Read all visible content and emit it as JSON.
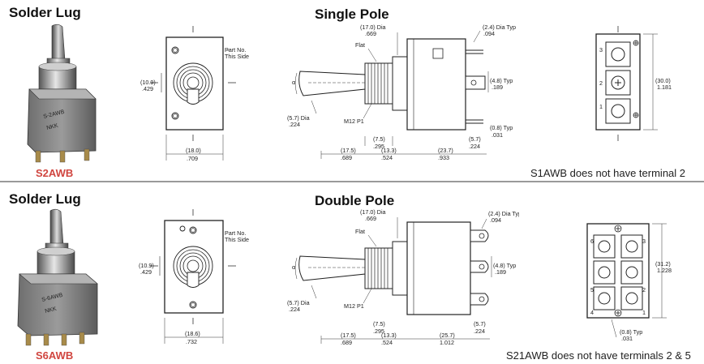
{
  "top": {
    "left_title": "Solder Lug",
    "center_title": "Single Pole",
    "part_number": "S2AWB",
    "footnote": "S1AWB does not have terminal 2",
    "front": {
      "part_no_1": "Part No.",
      "part_no_2": "This Side",
      "height_mm": "(10.9)",
      "height_in": ".429",
      "width_mm": "(18.0)",
      "width_in": ".709"
    },
    "side": {
      "flat": "Flat",
      "body_dia_mm": "(17.0) Dia",
      "body_dia_in": ".669",
      "lug_dia_mm": "(2.4) Dia Typ",
      "lug_dia_in": ".094",
      "lever_dia_mm": "(5.7) Dia",
      "lever_dia_in": ".224",
      "thread": "M12 P1",
      "alpha": "α",
      "term_w_mm": "(4.8) Typ",
      "term_w_in": ".189",
      "term_t_mm": "(0.8) Typ",
      "term_t_in": ".031",
      "d1_mm": "(7.5)",
      "d1_in": ".295",
      "d2_mm": "(5.7)",
      "d2_in": ".224",
      "d3_mm": "(17.5)",
      "d3_in": ".689",
      "d4_mm": "(13.3)",
      "d4_in": ".524",
      "d5_mm": "(23.7)",
      "d5_in": ".933"
    },
    "bottom_view": {
      "t3": "3",
      "t2": "2",
      "t1": "1",
      "h_mm": "(30.0)",
      "h_in": "1.181"
    }
  },
  "bottom": {
    "left_title": "Solder Lug",
    "center_title": "Double Pole",
    "part_number": "S6AWB",
    "footnote": "S21AWB does not have terminals 2 & 5",
    "front": {
      "part_no_1": "Part No.",
      "part_no_2": "This Side",
      "height_mm": "(10.9)",
      "height_in": ".429",
      "width_mm": "(18.6)",
      "width_in": ".732"
    },
    "side": {
      "flat": "Flat",
      "body_dia_mm": "(17.0) Dia",
      "body_dia_in": ".669",
      "lug_dia_mm": "(2.4) Dia Typ",
      "lug_dia_in": ".094",
      "lever_dia_mm": "(5.7) Dia",
      "lever_dia_in": ".224",
      "thread": "M12 P1",
      "alpha": "α",
      "term_w_mm": "(4.8) Typ",
      "term_w_in": ".189",
      "d1_mm": "(7.5)",
      "d1_in": ".295",
      "d2_mm": "(5.7)",
      "d2_in": ".224",
      "d3_mm": "(17.5)",
      "d3_in": ".689",
      "d4_mm": "(13.3)",
      "d4_in": ".524",
      "d5_mm": "(25.7)",
      "d5_in": "1.012"
    },
    "bottom_view": {
      "t1": "1",
      "t2": "2",
      "t3": "3",
      "t4": "4",
      "t5": "5",
      "t6": "6",
      "h_mm": "(31.2)",
      "h_in": "1.228",
      "t_mm": "(0.8) Typ",
      "t_in": ".031"
    }
  },
  "colors": {
    "part_red": "#d0453f",
    "line": "#333333",
    "divider": "#9a9a9a"
  }
}
